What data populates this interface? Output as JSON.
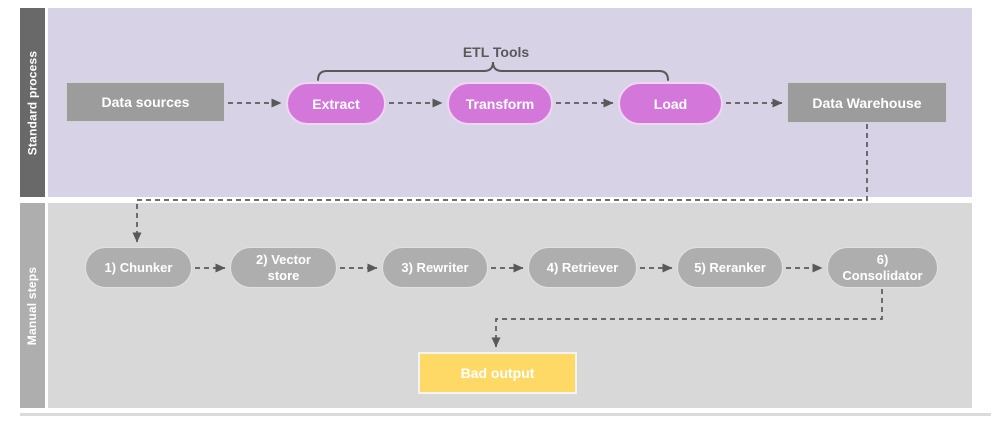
{
  "lane1": {
    "label": "Standard process",
    "annotation": "ETL Tools",
    "nodes": {
      "data_sources": "Data sources",
      "extract": "Extract",
      "transform": "Transform",
      "load": "Load",
      "warehouse": "Data Warehouse"
    }
  },
  "lane2": {
    "label": "Manual steps",
    "nodes": {
      "chunker": "1) Chunker",
      "vector_store": "2) Vector store",
      "rewriter": "3) Rewriter",
      "retriever": "4) Retriever",
      "reranker": "5) Reranker",
      "consolidator": "6) Consolidator",
      "bad_output": "Bad output"
    }
  },
  "colors": {
    "lane1_background": "#D8D2E7",
    "lane1_bar": "#696969",
    "lane2_background": "#D8D8D8",
    "lane2_bar": "#AEAEAE",
    "gray_node": "#9C9C9C",
    "magenta_node": "#D477DB",
    "gray_pill": "#AEAEAE",
    "yellow_node": "#FFD966",
    "connector": "#595959"
  }
}
